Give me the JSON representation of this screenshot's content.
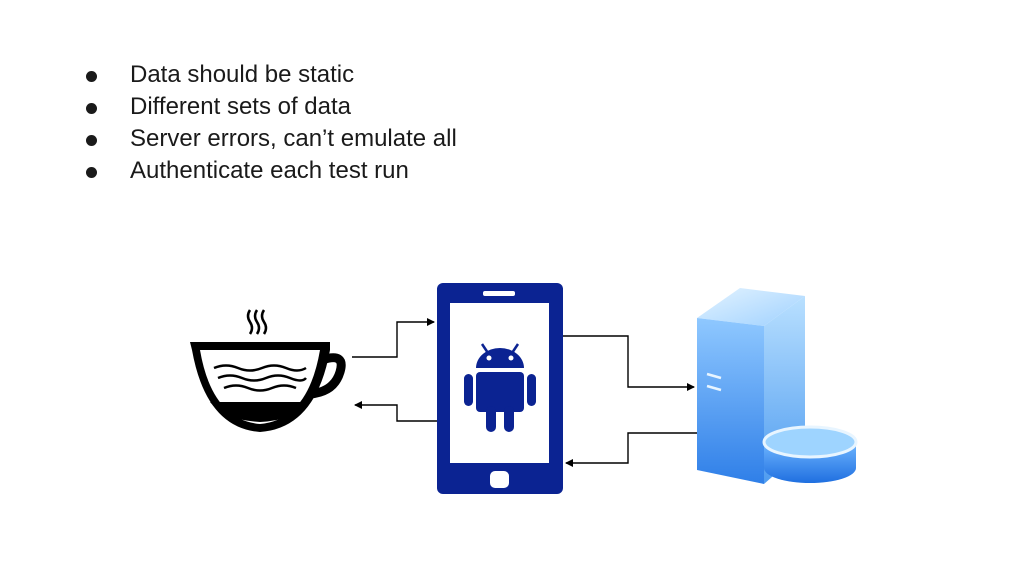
{
  "bullets": [
    "Data should be static",
    "Different sets of data",
    "Server errors, can’t emulate all",
    "Authenticate each test run"
  ],
  "diagram": {
    "nodes": [
      {
        "id": "mock-server",
        "icon": "coffee-cup-icon"
      },
      {
        "id": "android-device",
        "icon": "android-phone-icon"
      },
      {
        "id": "backend-server",
        "icon": "server-database-icon"
      }
    ],
    "colors": {
      "phone": "#0b2392",
      "server_light": "#a9d8ff",
      "server_mid": "#5aa9f5",
      "server_dark": "#1f6fe0",
      "cup": "#000000"
    }
  }
}
